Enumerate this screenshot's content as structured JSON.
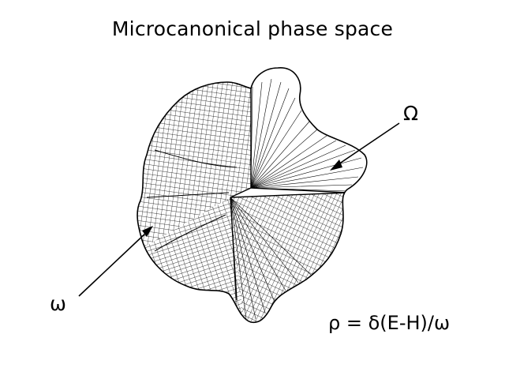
{
  "title": "Microcanonical phase space",
  "labels": {
    "region_total": "Ω",
    "region_shell": "ω",
    "density_formula": "ρ = δ(E-H)/ω"
  },
  "colors": {
    "ink": "#000000",
    "background": "#ffffff"
  }
}
